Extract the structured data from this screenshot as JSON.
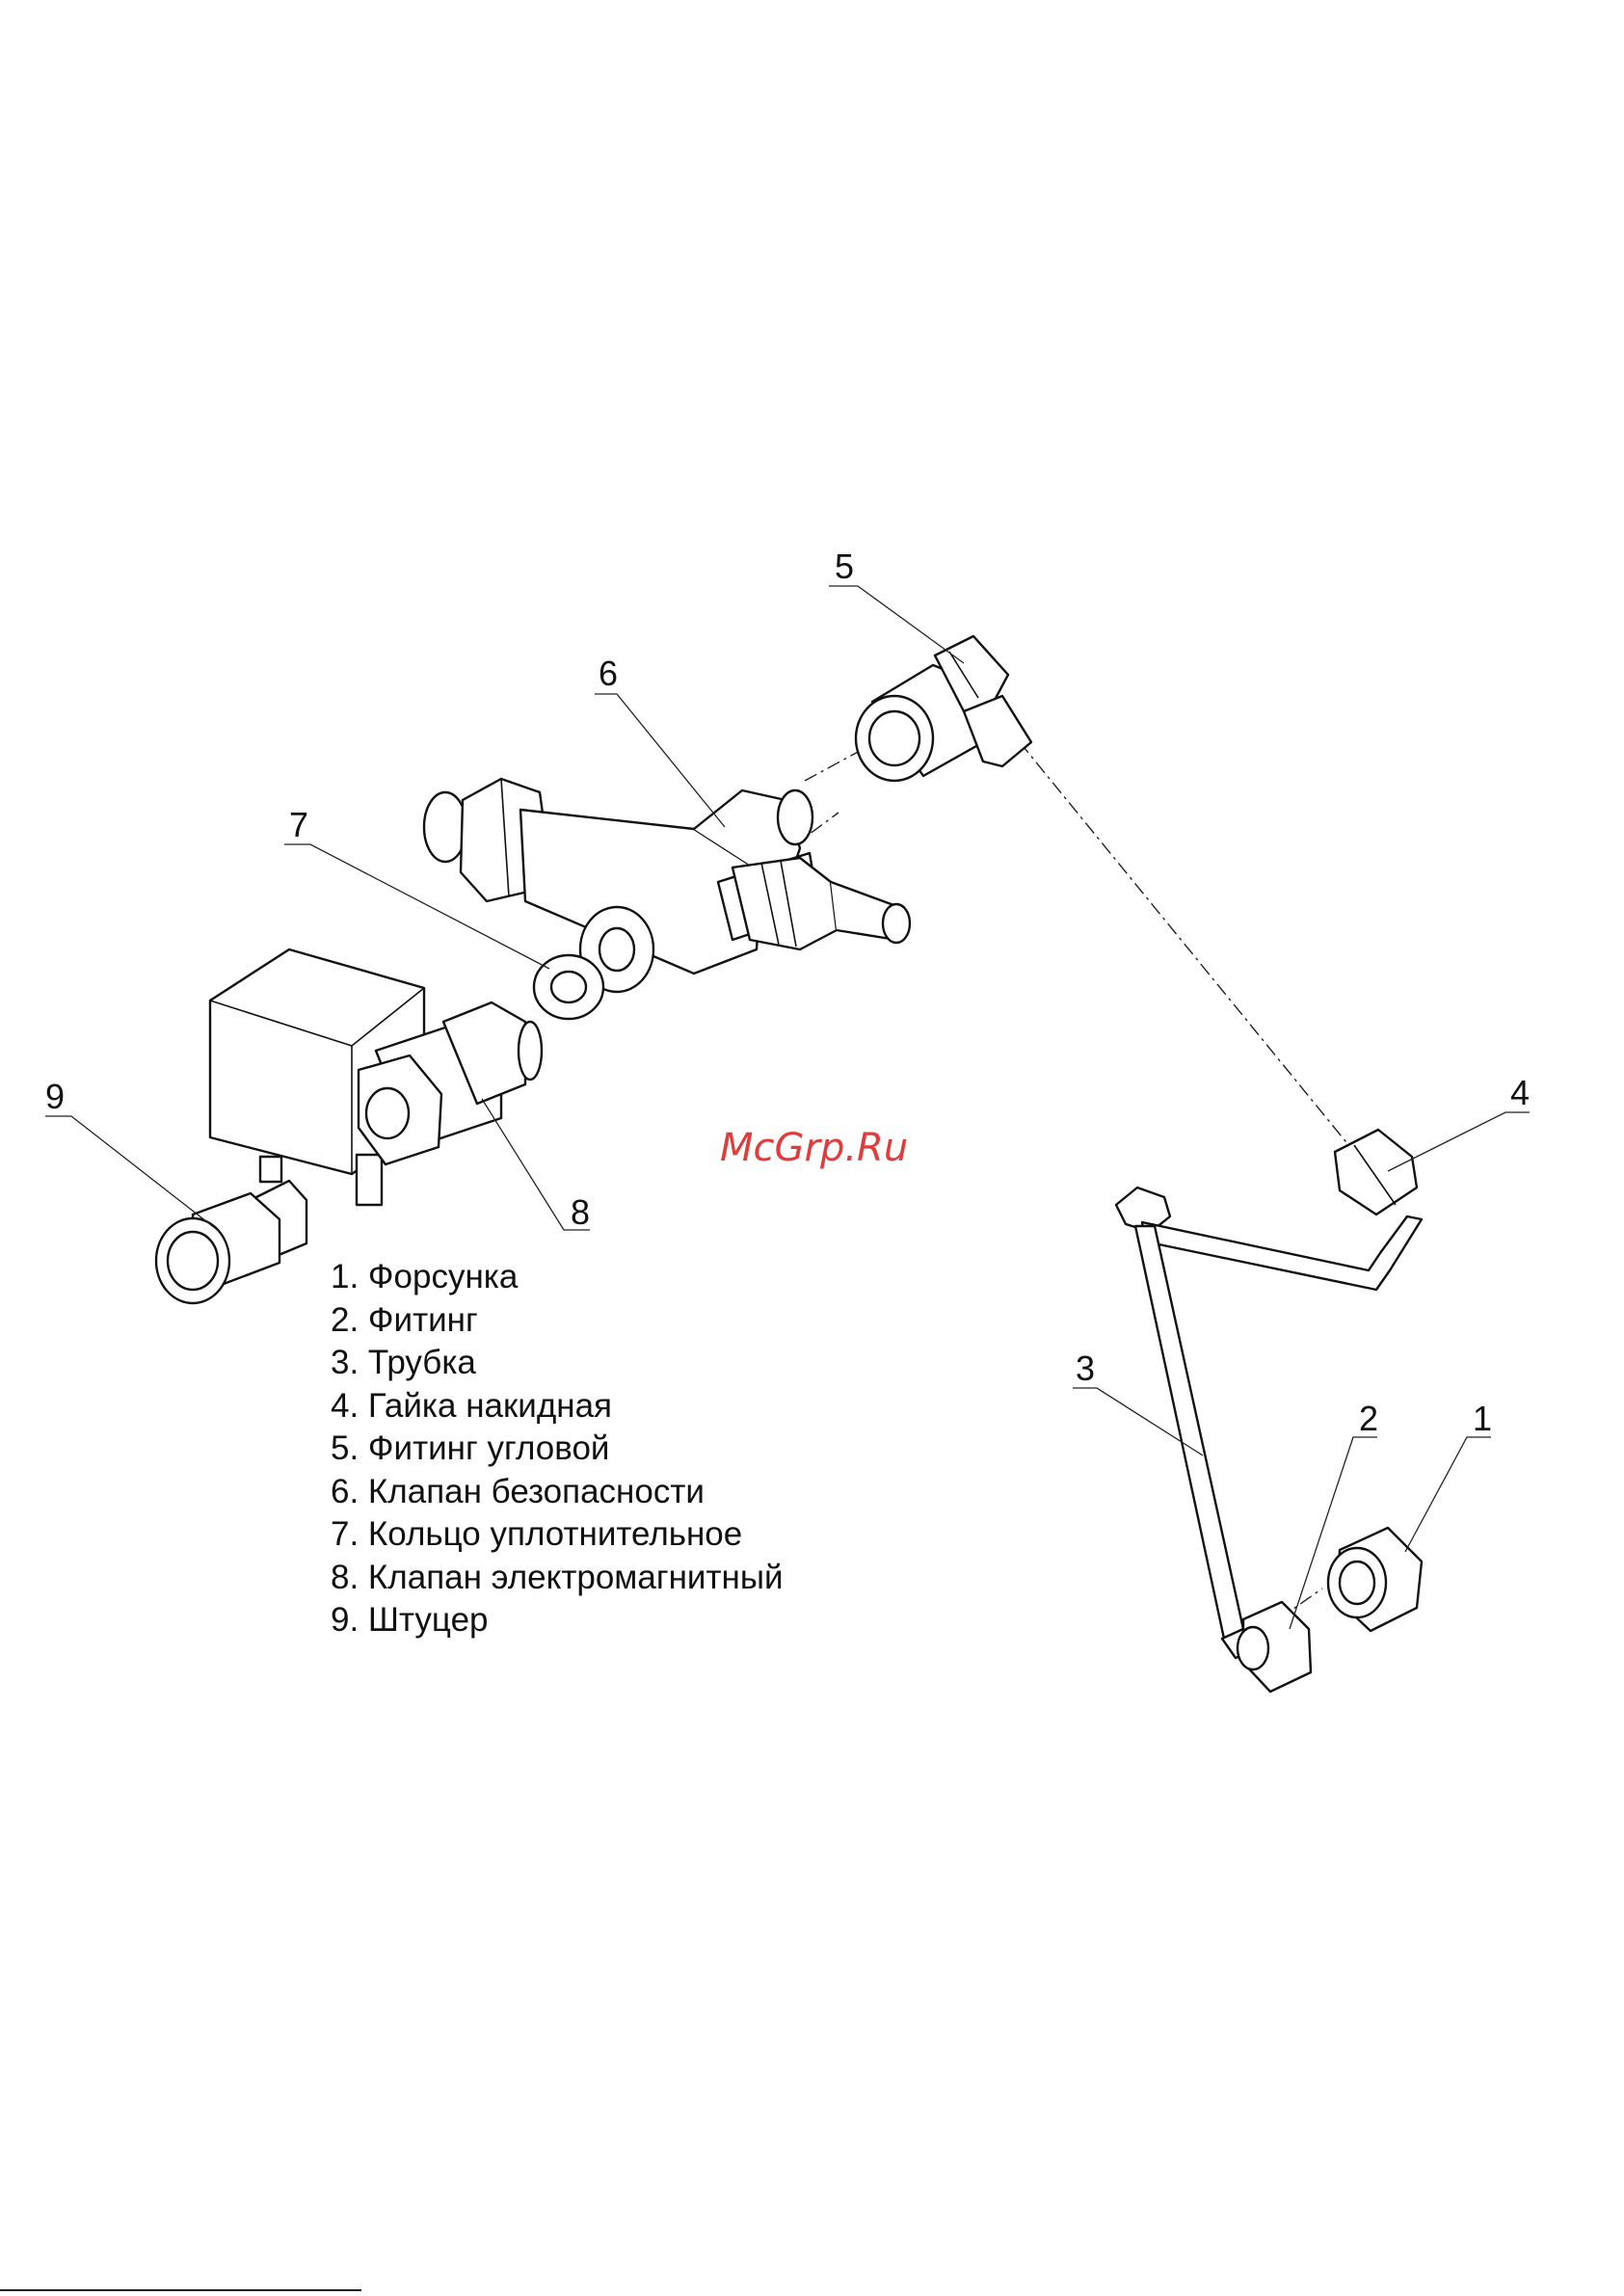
{
  "callouts": [
    {
      "id": "1",
      "label": "1"
    },
    {
      "id": "2",
      "label": "2"
    },
    {
      "id": "3",
      "label": "3"
    },
    {
      "id": "4",
      "label": "4"
    },
    {
      "id": "5",
      "label": "5"
    },
    {
      "id": "6",
      "label": "6"
    },
    {
      "id": "7",
      "label": "7"
    },
    {
      "id": "8",
      "label": "8"
    },
    {
      "id": "9",
      "label": "9"
    }
  ],
  "legend": [
    "1. Форсунка",
    "2. Фитинг",
    "3. Трубка",
    "4. Гайка накидная",
    "5. Фитинг угловой",
    "6. Клапан безопасности",
    "7. Кольцо уплотнительное",
    "8. Клапан электромагнитный",
    "9. Штуцер"
  ],
  "watermark": "McGrp.Ru",
  "colors": {
    "line": "#111111",
    "watermark": "#e23b3b",
    "background": "#ffffff"
  }
}
